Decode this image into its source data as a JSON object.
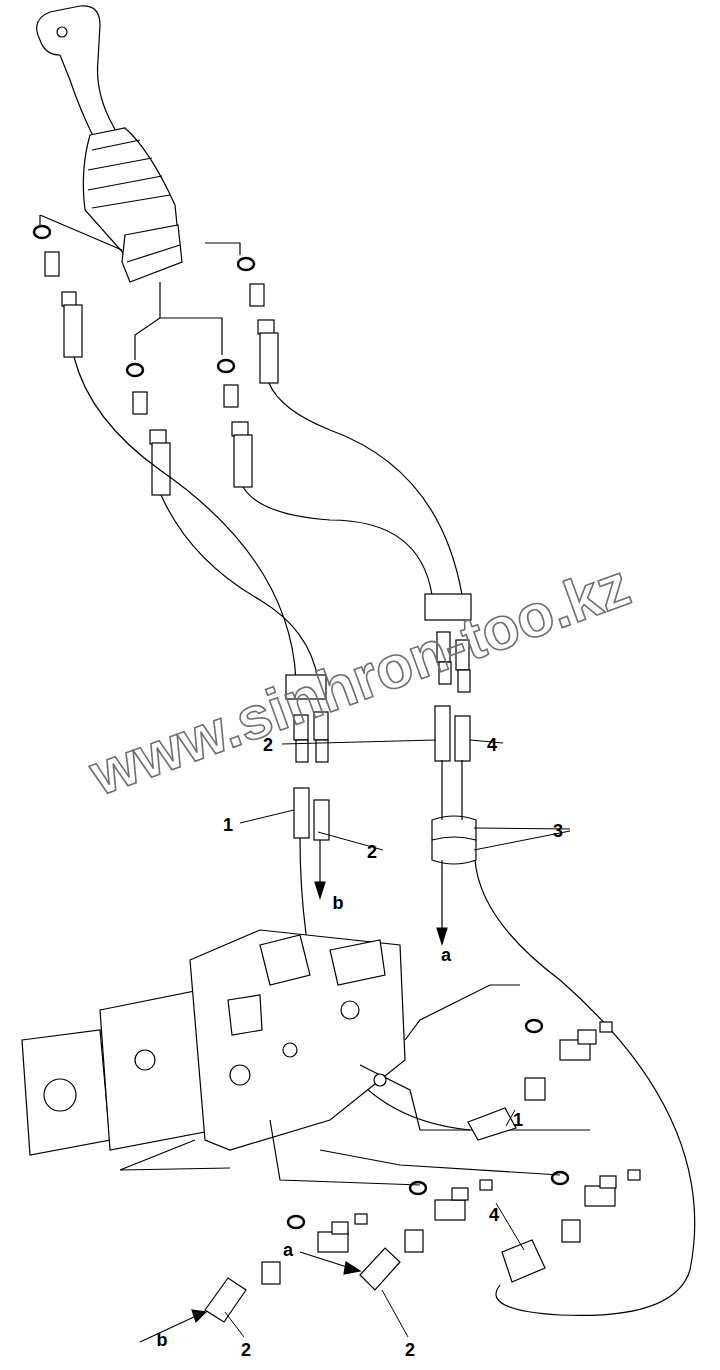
{
  "diagram": {
    "labels": [
      "2",
      "4",
      "1",
      "2",
      "3",
      "b",
      "a",
      "1",
      "4",
      "a",
      "b",
      "2",
      "2",
      "www.sinhron-too.kz"
    ]
  }
}
